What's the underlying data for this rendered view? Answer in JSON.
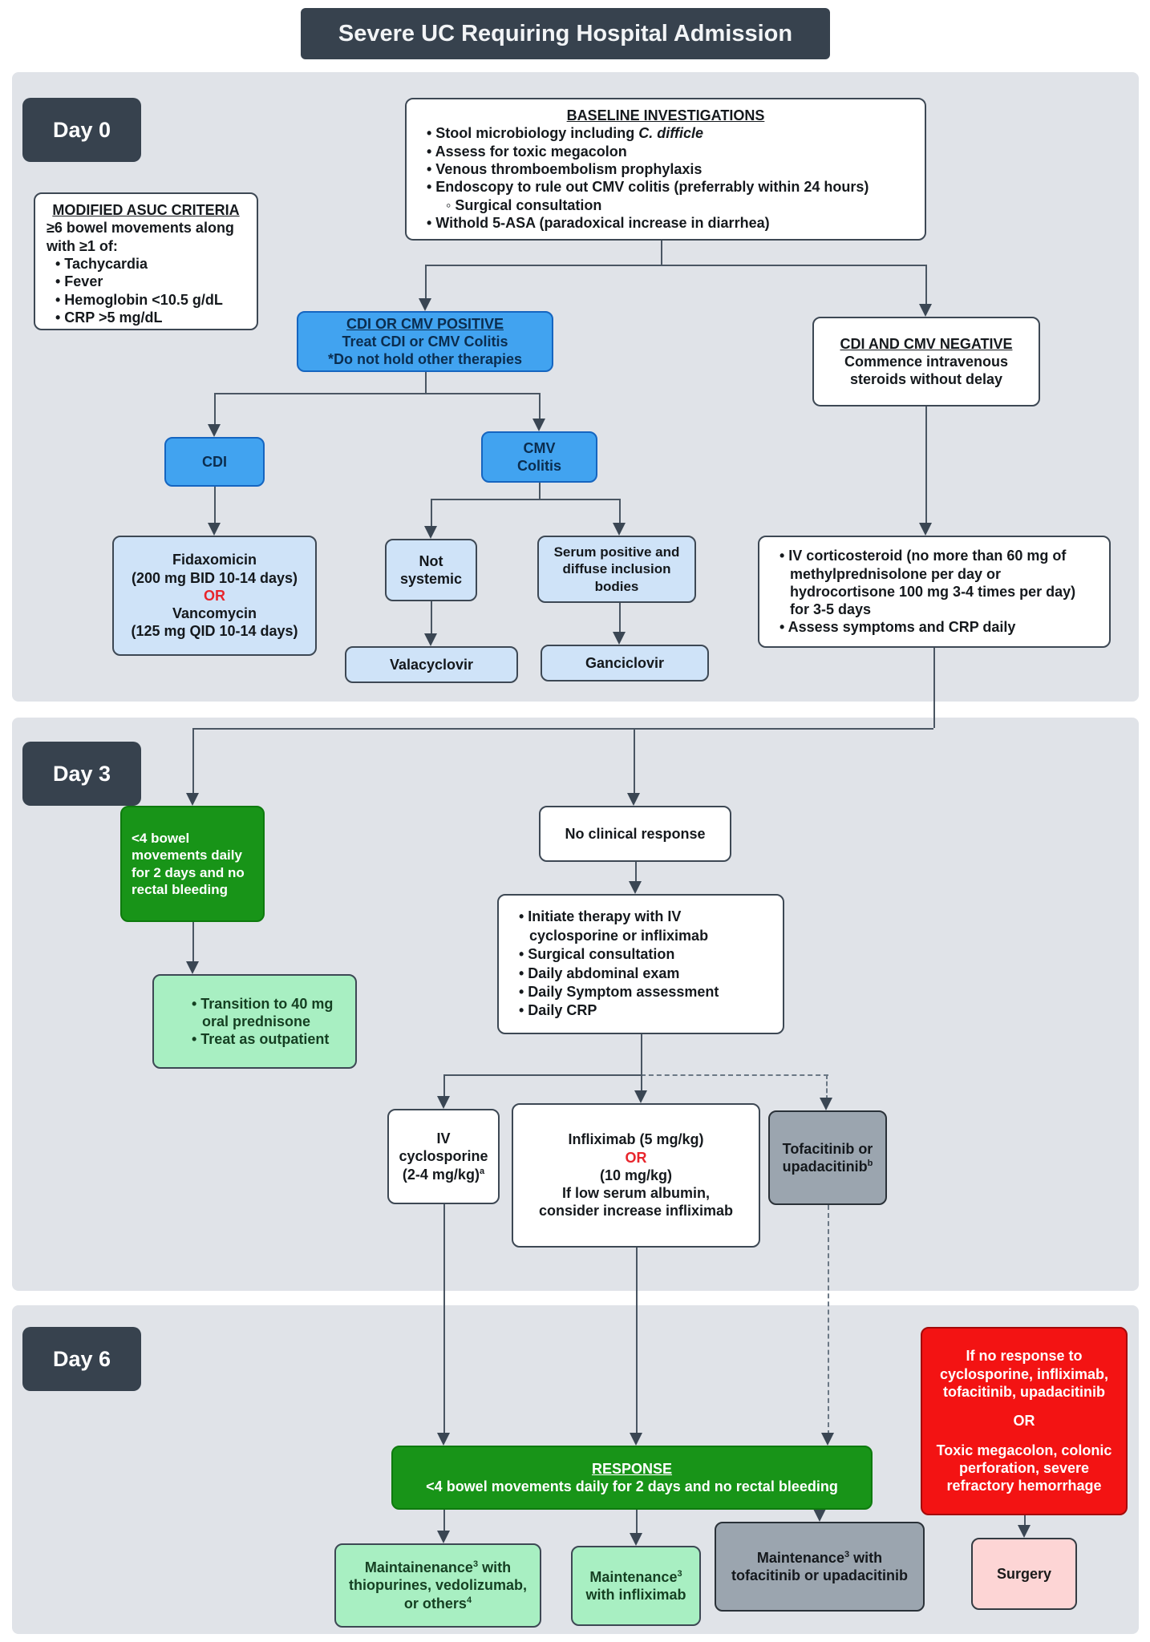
{
  "title": "Severe UC Requiring Hospital Admission",
  "day_labels": {
    "day0": "Day 0",
    "day3": "Day 3",
    "day6": "Day 6"
  },
  "baseline": {
    "title": "BASELINE INVESTIGATIONS",
    "b1_pre": "• Stool microbiology including ",
    "b1_italic": "C. difficle",
    "b2": "• Assess for toxic megacolon",
    "b3": "• Venous thromboembolism prophylaxis",
    "b4": "• Endoscopy to rule out CMV colitis (preferrably within 24 hours)",
    "b4_sub": "◦ Surgical consultation",
    "b5": "• Withold 5-ASA (paradoxical increase in diarrhea)"
  },
  "asuc": {
    "title": "MODIFIED ASUC CRITERIA",
    "intro": "≥6 bowel movements along with ≥1 of:",
    "b1": "• Tachycardia",
    "b2": "• Fever",
    "b3": "• Hemoglobin <10.5 g/dL",
    "b4": "• CRP >5 mg/dL"
  },
  "positive": {
    "title": "CDI OR CMV POSITIVE",
    "line1": "Treat CDI or CMV Colitis",
    "line2": "*Do not hold other therapies"
  },
  "negative": {
    "title": "CDI AND CMV NEGATIVE",
    "line1": "Commence intravenous",
    "line2": "steroids without delay"
  },
  "cdi": "CDI",
  "cmv": {
    "line1": "CMV",
    "line2": "Colitis"
  },
  "fidaxomicin": {
    "line1": "Fidaxomicin",
    "line2": "(200 mg BID 10-14 days)",
    "or": "OR",
    "line3": "Vancomycin",
    "line4": "(125 mg QID 10-14 days)"
  },
  "not_systemic": {
    "line1": "Not",
    "line2": "systemic"
  },
  "serum": {
    "text": "Serum positive and diffuse inclusion bodies"
  },
  "valacyclovir": "Valacyclovir",
  "ganciclovir": "Ganciclovir",
  "steroid": {
    "b1": "• IV corticosteroid (no more than 60 mg of methylprednisolone per day or hydrocortisone 100 mg 3-4 times per day) for 3-5 days",
    "b2": "• Assess symptoms and CRP daily"
  },
  "day3_green": {
    "text": "<4 bowel movements daily for 2 days and no rectal bleeding"
  },
  "no_response": "No clinical response",
  "initiate": {
    "b1": "• Initiate therapy with IV cyclosporine or infliximab",
    "b2": "• Surgical consultation",
    "b3": "• Daily abdominal exam",
    "b4": "• Daily Symptom assessment",
    "b5": "• Daily CRP"
  },
  "transition": {
    "b1": "• Transition to 40 mg oral prednisone",
    "b2": "• Treat as outpatient"
  },
  "cyclosporine": {
    "line1": "IV",
    "line2": "cyclosporine",
    "line3": "(2-4 mg/kg)",
    "sup": "a"
  },
  "infliximab": {
    "line1": "Infliximab (5 mg/kg)",
    "or": "OR",
    "line2": "(10 mg/kg)",
    "line3": "If low serum albumin,",
    "line4": "consider increase infliximab"
  },
  "tofacitinib": {
    "line1": "Tofacitinib or",
    "line2": "upadacitinib",
    "sup": "b"
  },
  "failure": {
    "p1": "If no response to cyclosporine, infliximab, tofacitinib, upadacitinib",
    "or": "OR",
    "p2": "Toxic megacolon, colonic perforation, severe refractory hemorrhage"
  },
  "response": {
    "title": "RESPONSE",
    "text": "<4 bowel movements daily for 2 days and no rectal bleeding"
  },
  "maint_other": {
    "pre": "Maintainenance",
    "sup1": "3",
    "mid": " with thiopurines, vedolizumab, or others",
    "sup2": "4"
  },
  "maint_inflix": {
    "pre": "Maintenance",
    "sup": "3",
    "post": " with infliximab"
  },
  "maint_tofa": {
    "pre": "Maintenance",
    "sup": "3",
    "post": " with tofacitinib or upadacitinib"
  },
  "surgery": "Surgery",
  "colors": {
    "slate": "#37424e",
    "accent_blue": "#41a3f0",
    "light_blue": "#cfe3f8",
    "green": "#189418",
    "light_green": "#a8efc2",
    "red": "#f31313",
    "gray": "#9ba5af",
    "pink": "#fdd5d5"
  }
}
